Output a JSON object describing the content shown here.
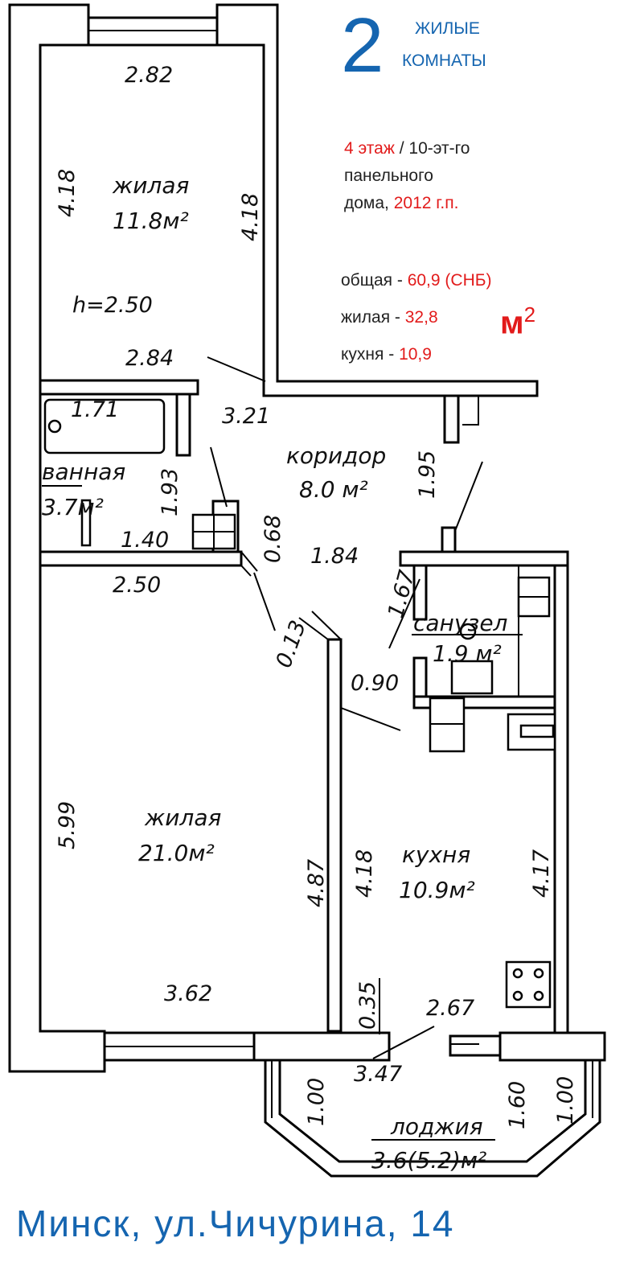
{
  "header": {
    "rooms_count": "2",
    "rooms_caption_line1": "ЖИЛЫЕ",
    "rooms_caption_line2": "КОМНАТЫ",
    "floor": "4 этаж",
    "building_line1": " / 10-эт-го",
    "building_line2": "панельного",
    "building_line3_prefix": "дома, ",
    "year": "2012 г.п."
  },
  "areas": {
    "total_label": "общая - ",
    "total_value": "60,9 (СНБ)",
    "living_label": "жилая - ",
    "living_value": "32,8",
    "kitchen_label": "кухня  -  ",
    "kitchen_value": "10,9",
    "unit": "м",
    "unit_power": "2"
  },
  "address": "Минск, ул.Чичурина, 14",
  "plan": {
    "rooms": [
      {
        "name": "жилая",
        "area": "11.8м²"
      },
      {
        "name": "ванная",
        "area": "3.7м²"
      },
      {
        "name": "коридор",
        "area": "8.0 м²"
      },
      {
        "name": "санузел",
        "area": "1.9 м²"
      },
      {
        "name": "жилая",
        "area": "21.0м²"
      },
      {
        "name": "кухня",
        "area": "10.9м²"
      },
      {
        "name": "лоджия",
        "area": "3.6(5.2)м²"
      }
    ],
    "height_label": "h=2.50",
    "dimensions": [
      "2.82",
      "4.18",
      "4.18",
      "2.84",
      "3.21",
      "1.71",
      "1.93",
      "1.40",
      "0.68",
      "1.84",
      "1.95",
      "2.50",
      "1.67",
      "0.13",
      "0.90",
      "5.99",
      "4.87",
      "4.18",
      "4.17",
      "3.62",
      "0.35",
      "2.67",
      "3.47",
      "1.00",
      "1.60",
      "1.00"
    ]
  }
}
